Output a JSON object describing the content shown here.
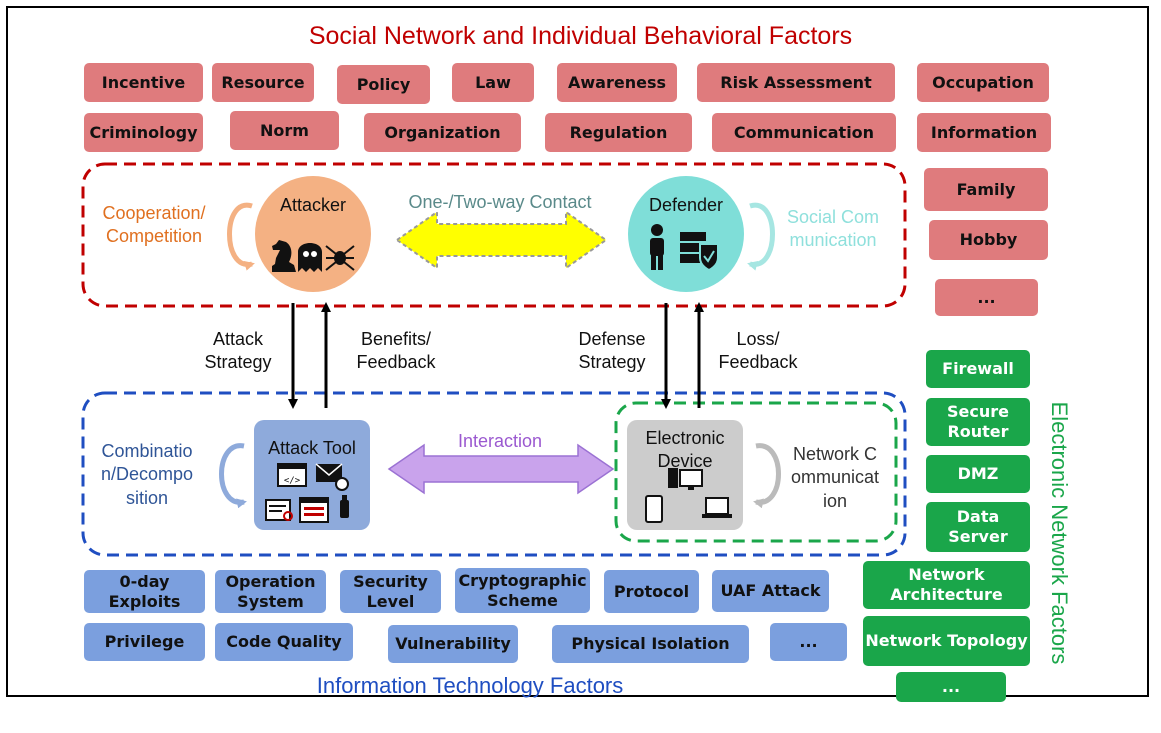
{
  "social_title": "Social Network and Individual Behavioral Factors",
  "social_factors": [
    "Incentive",
    "Resource",
    "Policy",
    "Law",
    "Awareness",
    "Risk Assessment",
    "Occupation",
    "Criminology",
    "Norm",
    "Organization",
    "Regulation",
    "Communication",
    "Information",
    "Family",
    "Hobby",
    "..."
  ],
  "it_title": "Information Technology Factors",
  "it_factors": [
    "0-day Exploits",
    "Operation System",
    "Security Level",
    "Cryptographic Scheme",
    "Protocol",
    "UAF Attack",
    "Privilege",
    "Code Quality",
    "Vulnerability",
    "Physical Isolation",
    "..."
  ],
  "en_title": "Electronic Network Factors",
  "en_factors": [
    "Firewall",
    "Secure Router",
    "DMZ",
    "Data Server",
    "Network Architecture",
    "Network Topology",
    "..."
  ],
  "attacker_label": "Attacker",
  "defender_label": "Defender",
  "contact_label": "One-/Two-way Contact",
  "cooperation_label": "Cooperation/Competition",
  "social_comm_label": "Social Communication",
  "attack_strategy": "Attack Strategy",
  "benefits_feedback": "Benefits/ Feedback",
  "defense_strategy": "Defense Strategy",
  "loss_feedback": "Loss/ Feedback",
  "attack_tool_label": "Attack Tool",
  "electronic_device_label": "Electronic Device",
  "interaction_label": "Interaction",
  "combination_label": "Combination/Decomposition",
  "network_comm_label": "Network Communication",
  "colors": {
    "red_box": "#df7b7d",
    "blue_box": "#7b9fde",
    "green_box": "#1aa64a",
    "attacker": "#f4b183",
    "defender": "#7fded8",
    "tool": "#8eaadb",
    "device": "#cccccc"
  }
}
